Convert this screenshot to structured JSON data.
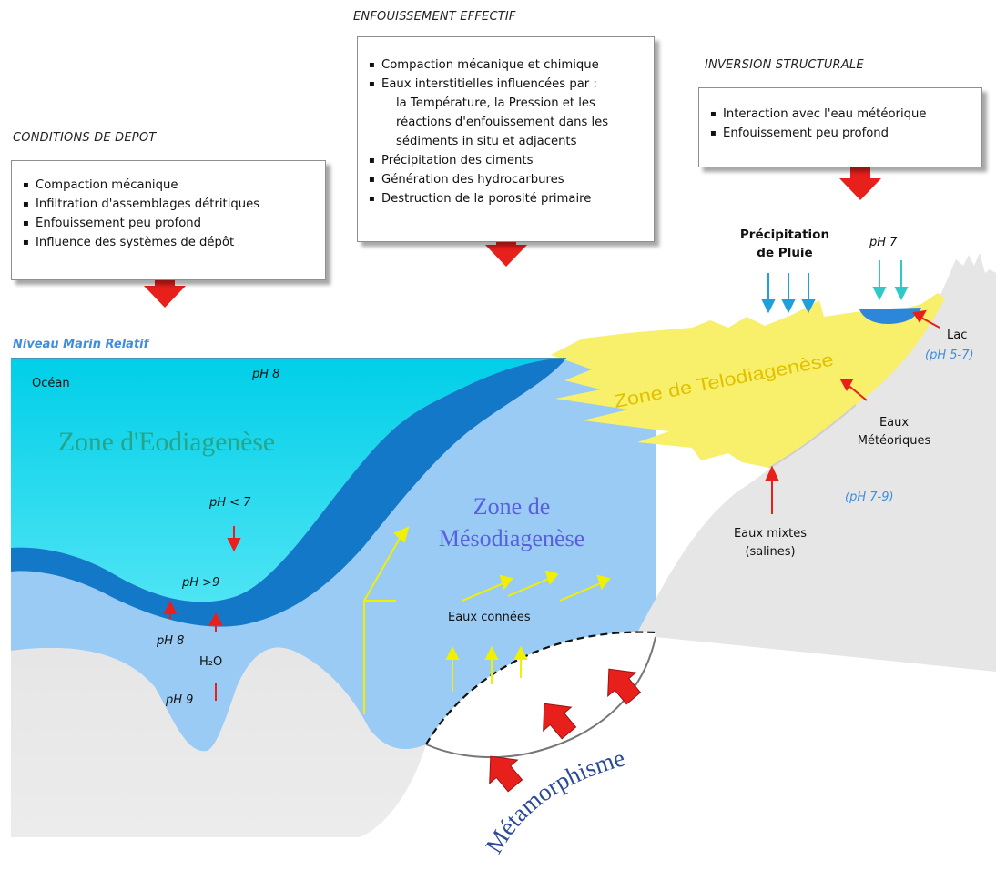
{
  "headers": {
    "depot": "CONDITIONS DE DEPOT",
    "enfouissement": "ENFOUISSEMENT EFFECTIF",
    "inversion": "INVERSION STRUCTURALE"
  },
  "box_depot": {
    "items": [
      "Compaction mécanique",
      "Infiltration d'assemblages détritiques",
      "Enfouissement peu profond",
      "Influence des systèmes de dépôt"
    ]
  },
  "box_enfouissement": {
    "items": [
      "Compaction mécanique et chimique",
      "Eaux interstitielles influencées par :",
      "la Température, la Pression  et  les",
      "réactions d'enfouissement dans les",
      "sédiments  in situ   et   adjacents",
      "Précipitation des ciments",
      "Génération des hydrocarbures",
      "Destruction de la porosité primaire"
    ]
  },
  "box_inversion": {
    "items": [
      "Interaction avec l'eau météorique",
      "Enfouissement peu profond"
    ]
  },
  "labels": {
    "niveau_marin": "Niveau Marin Relatif",
    "ocean": "Océan",
    "ph8_top": "pH 8",
    "zone_eo": "Zone d'Eodiagenèse",
    "ph_lt7": "pH < 7",
    "ph_gt9": "pH >9",
    "ph8_left": "pH 8",
    "h2o": "H₂O",
    "ph9": "pH 9",
    "zone_meso_1": "Zone de",
    "zone_meso_2": "Mésodiagenèse",
    "eaux_connees": "Eaux connées",
    "zone_telo": "Zone de Telodiagenèse",
    "precip_1": "Précipitation",
    "precip_2": "de Pluie",
    "ph7_top": "pH 7",
    "lac": "Lac",
    "ph_lac": "(pH 5-7)",
    "eaux_met_1": "Eaux",
    "eaux_met_2": "Météoriques",
    "ph_79": "(pH 7-9)",
    "eaux_mixtes_1": "Eaux mixtes",
    "eaux_mixtes_2": "(salines)",
    "metamorphisme": "Métamorphisme"
  },
  "colors": {
    "ocean": "#00d8f0",
    "meso": "#99cbf5",
    "dark_blue": "#1478c8",
    "telo": "#f8ef6a",
    "rock": "#e9e9e9",
    "red_arrow": "#e8201c",
    "yellow_arrow": "#f0f000",
    "zone_eo_text": "#2aa486",
    "zone_meso_text": "#5a5fe0",
    "label_blue": "#3d8de0"
  }
}
